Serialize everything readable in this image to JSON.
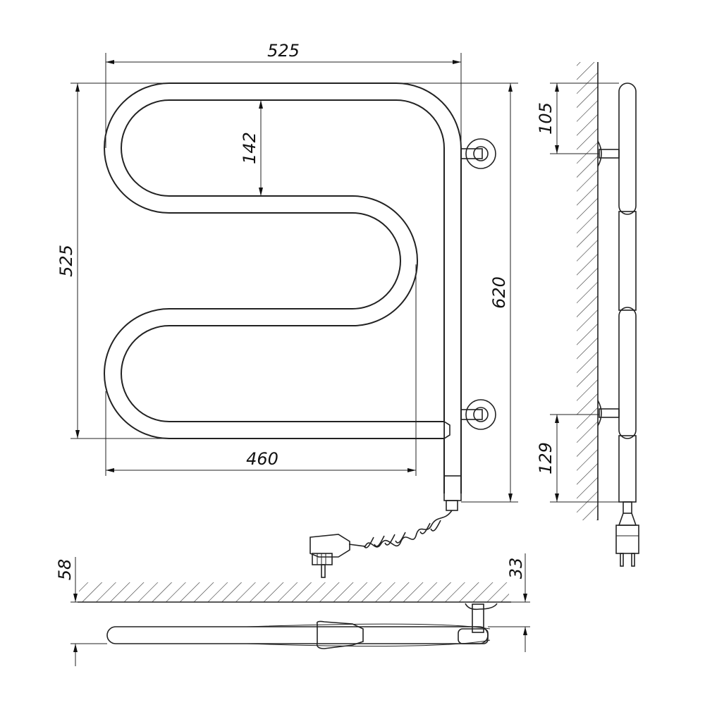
{
  "title": "Electric towel rail dimensional drawing",
  "dimensions": {
    "top_width": "525",
    "bend_spacing": "142",
    "left_height": "525",
    "total_height": "620",
    "bottom_width": "460",
    "side_top_bracket": "105",
    "side_bottom_bracket": "129",
    "depth_total": "58",
    "depth_bracket": "33"
  },
  "colors": {
    "line": "#222222",
    "background": "#ffffff"
  }
}
